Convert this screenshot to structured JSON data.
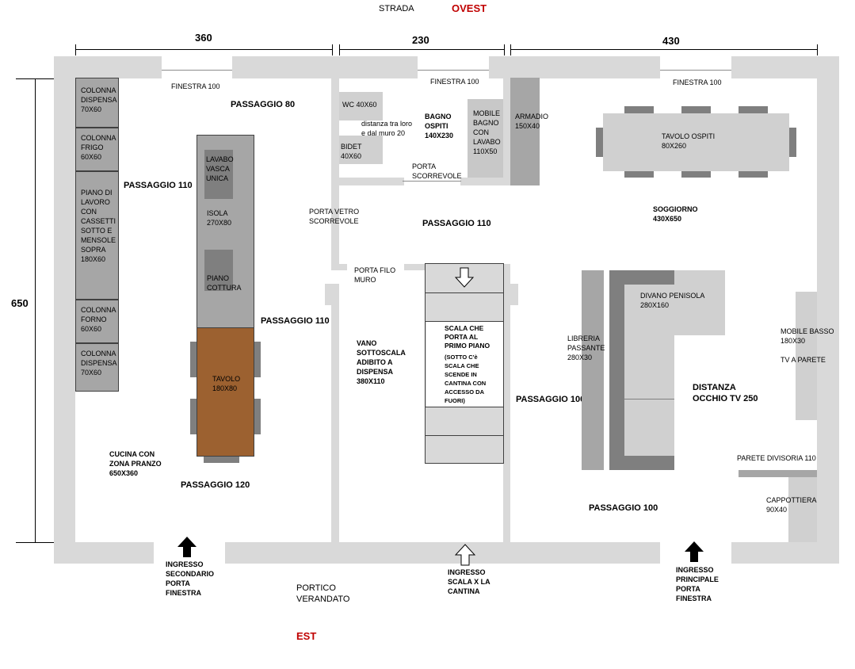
{
  "compass": {
    "north_top": "OVEST",
    "south_bottom": "EST",
    "road": "STRADA"
  },
  "dimensions": {
    "width_left": "360",
    "width_mid": "230",
    "width_right": "430",
    "height": "650"
  },
  "windows": {
    "w1": "FINESTRA 100",
    "w2": "FINESTRA 100",
    "w3": "FINESTRA 100"
  },
  "kitchen": {
    "col1": "COLONNA DISPENSA 70X60",
    "col2": "COLONNA FRIGO 60X60",
    "counter": "PIANO DI LAVORO CON CASSETTI SOTTO E MENSOLE SOPRA 180X60",
    "col3": "COLONNA FORNO 60X60",
    "col4": "COLONNA DISPENSA 70X60",
    "sink": "LAVABO VASCA UNICA",
    "island": "ISOLA 270X80",
    "hob": "PIANO COTTURA",
    "table": "TAVOLO 180X80",
    "room": "CUCINA CON ZONA PRANZO 650X360"
  },
  "passages": {
    "p80": "PASSAGGIO 80",
    "p110a": "PASSAGGIO 110",
    "p110b": "PASSAGGIO 110",
    "p110c": "PASSAGGIO 110",
    "p120": "PASSAGGIO 120",
    "p100a": "PASSAGGIO 100",
    "p100b": "PASSAGGIO 100"
  },
  "bath": {
    "wc": "WC 40X60",
    "bidet": "BIDET 40X60",
    "note": "distanza tra loro e dal muro 20",
    "room": "BAGNO OSPITI 140X230",
    "cabinet": "MOBILE BAGNO CON LAVABO 110X50",
    "door": "PORTA SCORREVOLE"
  },
  "middle": {
    "glass_door": "PORTA VETRO SCORREVOLE",
    "flush_door": "PORTA FILO MURO",
    "understair": "VANO SOTTOSCALA ADIBITO A DISPENSA 380X110",
    "stairs": "SCALA CHE PORTA AL PRIMO PIANO",
    "stairs_note": "(SOTTO C'è SCALA CHE SCENDE IN CANTINA CON ACCESSO DA FUORI)"
  },
  "living": {
    "wardrobe": "ARMADIO 150X40",
    "table": "TAVOLO OSPITI 80X260",
    "room": "SOGGIORNO 430X650",
    "bookcase": "LIBRERIA PASSANTE 280X30",
    "sofa": "DIVANO PENISOLA 280X160",
    "tv_dist": "DISTANZA OCCHIO TV 250",
    "low_cabinet": "MOBILE BASSO 180X30",
    "tv": "TV A PARETE",
    "partition": "PARETE DIVISORIA 110",
    "closet": "CAPPOTTIERA 90X40"
  },
  "entrances": {
    "secondary": "INGRESSO SECONDARIO PORTA FINESTRA",
    "cellar": "INGRESSO SCALA X LA CANTINA",
    "main": "INGRESSO PRINCIPALE PORTA FINESTRA",
    "porch": "PORTICO VERANDATO"
  },
  "colors": {
    "wall": "#d9d9d9",
    "furniture_dark": "#a6a6a6",
    "table_wood": "#9c6130",
    "sofa": "#7f7f7f",
    "compass": "#c00000"
  }
}
